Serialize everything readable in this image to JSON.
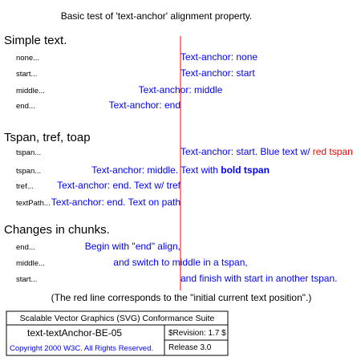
{
  "header": {
    "description": "Basic test of 'text-anchor' alignment property."
  },
  "sections": [
    {
      "title": "Simple text.",
      "rows": [
        {
          "label": "none...",
          "anchor": "start",
          "segments": [
            {
              "text": "Text-anchor: none",
              "color": "#0000ff",
              "bold": false
            }
          ]
        },
        {
          "label": "start...",
          "anchor": "start",
          "segments": [
            {
              "text": "Text-anchor: start",
              "color": "#0000ff",
              "bold": false
            }
          ]
        },
        {
          "label": "middle...",
          "anchor": "middle",
          "segments": [
            {
              "text": "Text-anchor: middle",
              "color": "#0000ff",
              "bold": false
            }
          ]
        },
        {
          "label": "end...",
          "anchor": "end",
          "segments": [
            {
              "text": "Text-anchor: end",
              "color": "#0000ff",
              "bold": false
            }
          ]
        }
      ]
    },
    {
      "title": "Tspan, tref, toap",
      "rows": [
        {
          "label": "tspan...",
          "anchor": "start",
          "segments": [
            {
              "text": "Text-anchor: start. Blue text w/ ",
              "color": "#0000ff",
              "bold": false
            },
            {
              "text": "red tspan",
              "color": "#ff0000",
              "bold": false
            }
          ]
        },
        {
          "label": "tspan...",
          "anchor": "middle",
          "segments": [
            {
              "text": "Text-anchor: middle. Text with ",
              "color": "#0000ff",
              "bold": false
            },
            {
              "text": "bold tspan",
              "color": "#0000ff",
              "bold": true
            }
          ]
        },
        {
          "label": "tref...",
          "anchor": "end",
          "segments": [
            {
              "text": "Text-anchor: end. Text w/ tref",
              "color": "#0000ff",
              "bold": false
            }
          ]
        },
        {
          "label": "textPath...",
          "anchor": "end",
          "segments": [
            {
              "text": "Text-anchor: end. Text on path",
              "color": "#0000ff",
              "bold": false
            }
          ]
        }
      ]
    },
    {
      "title": "Changes in chunks.",
      "rows": [
        {
          "label": "end...",
          "anchor": "end",
          "segments": [
            {
              "text": "Begin with \"end\" align,",
              "color": "#0000ff",
              "bold": false
            }
          ]
        },
        {
          "label": "middle...",
          "anchor": "middle",
          "segments": [
            {
              "text": "and switch to middle in a tspan,",
              "color": "#0000ff",
              "bold": false
            }
          ]
        },
        {
          "label": "start...",
          "anchor": "start",
          "segments": [
            {
              "text": "and finish with start in another tspan.",
              "color": "#0000ff",
              "bold": false
            }
          ]
        }
      ]
    }
  ],
  "note": "(The red line corresponds to the \"initial current text position\".)",
  "guide_line_color": "#ff0000",
  "footer": {
    "suite": "Scalable Vector Graphics (SVG) Conformance Suite",
    "test_name": "text-textAnchor-BE-05",
    "revision": "$Revision: 1.7 $",
    "copyright": "Copyright 2000 W3C. All Rights Reserved.",
    "copyright_color": "#0000ff",
    "release": "Release 3.0"
  }
}
